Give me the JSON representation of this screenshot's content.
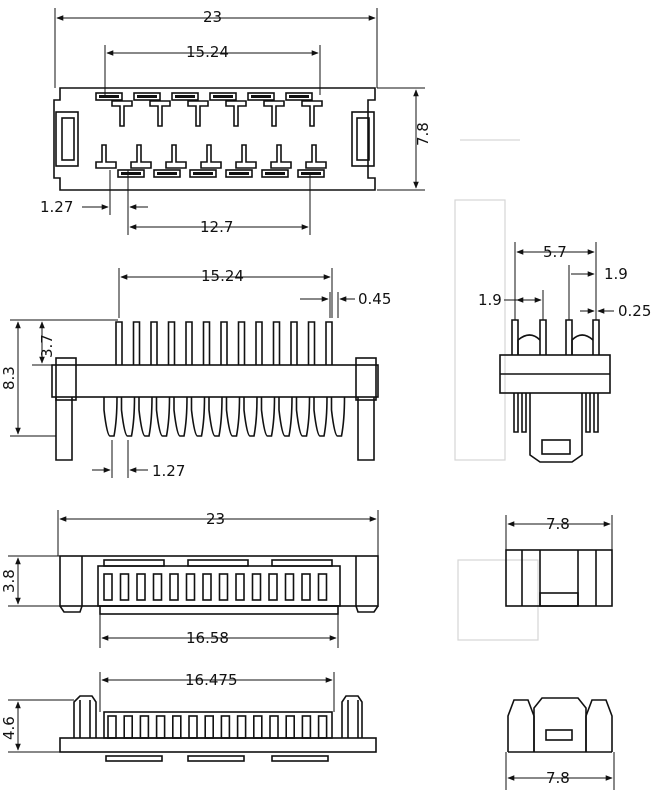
{
  "top_view": {
    "overall_width": "23",
    "pin_pitch_row": "15.24",
    "height": "7.8",
    "pitch": "1.27",
    "row_span": "12.7"
  },
  "front_view": {
    "pin_span": "15.24",
    "pin_width": "0.45",
    "total_height": "8.3",
    "upper_pin_height": "3.7",
    "pitch": "1.27"
  },
  "side_view": {
    "width": "5.7",
    "pin_offset": "1.9",
    "left_offset": "1.9",
    "pin_thickness": "0.25"
  },
  "bottom_view": {
    "overall_width": "23",
    "height": "3.8",
    "slot_width": "16.58",
    "side_width": "7.8"
  },
  "lower_view": {
    "slot_width": "16.475",
    "height": "4.6",
    "side_width": "7.8"
  }
}
